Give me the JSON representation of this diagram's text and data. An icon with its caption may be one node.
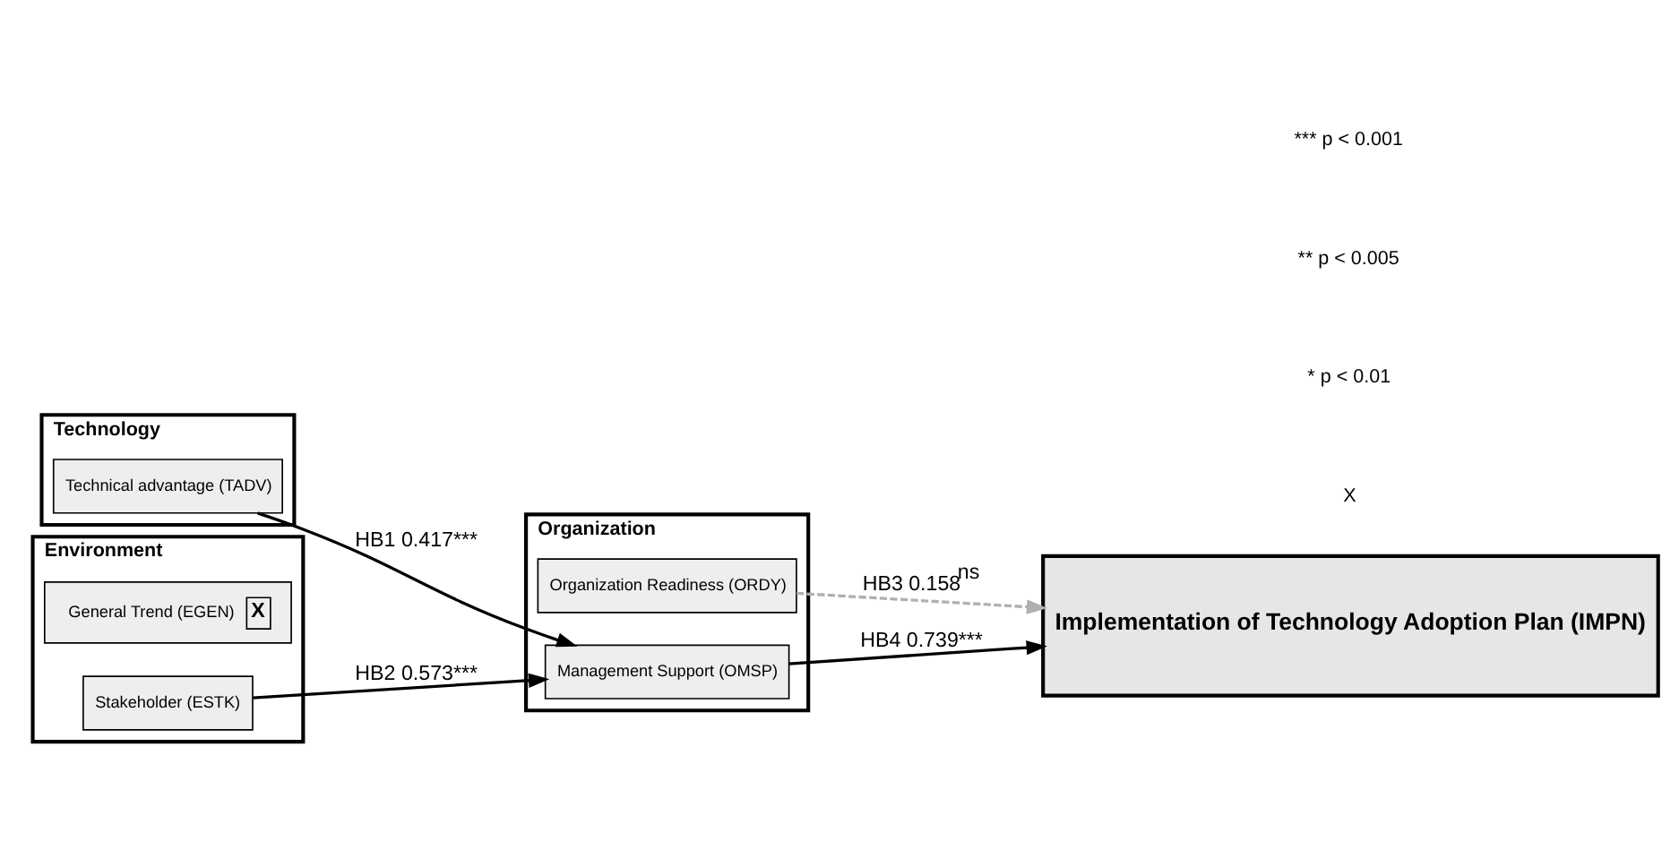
{
  "diagram": {
    "nodes": [
      {
        "text": [
          "Technology"
        ]
      },
      {
        "text": [
          "Technical advantage (TADV)"
        ],
        "in": 0
      },
      {
        "text": [
          "Organization"
        ]
      },
      {
        "text": [
          "Organization Readiness (ORDY)"
        ],
        "in": 2
      },
      {
        "text": [
          "Management Support (OMSP)"
        ],
        "in": 2
      },
      {
        "text": [
          "Environment"
        ]
      },
      {
        "text": [
          "General Trend (EGEN)",
          "X"
        ],
        "in": 5
      },
      {
        "text": [
          "Stakeholder (ESTK)"
        ],
        "in": 5
      },
      {
        "text": [
          "Implementation of Technology Adoption Plan (IMPN)"
        ]
      }
    ],
    "edges": [
      {
        "from": 1,
        "to": 4,
        "arrow": "to",
        "label": "HB1 0.417***"
      },
      {
        "from": 7,
        "to": 4,
        "arrow": "to",
        "label": "HB2 0.573***"
      },
      {
        "from": 3,
        "to": 8,
        "arrow": "to",
        "label": "HB3 0.158$^{ns}$",
        "style": "dashed",
        "color": "#b0b0b0"
      },
      {
        "from": 4,
        "to": 8,
        "arrow": "to",
        "label": "HB4 0.739***"
      }
    ],
    "labels": [
      "*** p < 0.001",
      "** p < 0.005",
      "* p < 0.01",
      "X"
    ]
  }
}
